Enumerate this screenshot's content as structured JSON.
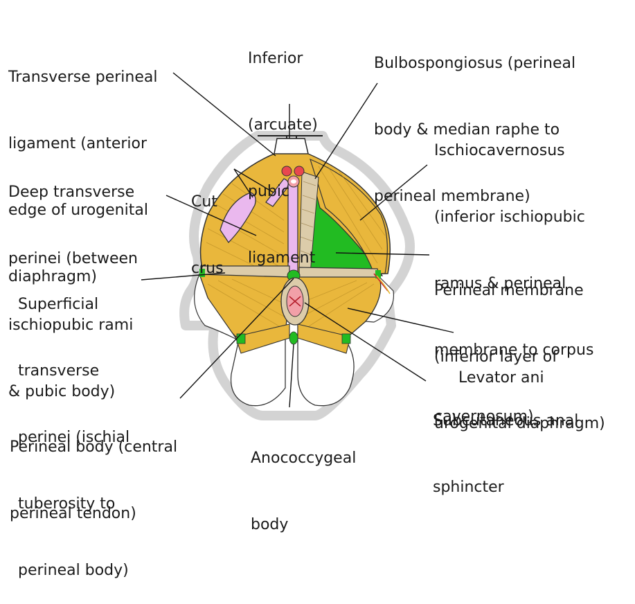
{
  "labels": {
    "transverse_perineal_ligament": [
      "Transverse perineal",
      "ligament (anterior",
      "edge of urogenital",
      "diaphragm)"
    ],
    "inferior_pubic_ligament": [
      "Inferior",
      "(arcuate)",
      "pubic",
      "ligament"
    ],
    "bulbospongiosus": [
      "Bulbospongiosus (perineal",
      "body & median raphe to",
      "perineal membrane)"
    ],
    "ischiocavernosus": [
      "Ischiocavernosus",
      "(inferior ischiopubic",
      "ramus & perineal",
      "membrane to corpus",
      "cavernosum)"
    ],
    "deep_transverse_perinei": [
      "Deep transverse",
      "perinei (between",
      "ischiopubic rami",
      "& pubic body)"
    ],
    "cut_crus": [
      "Cut",
      "crus"
    ],
    "superficial_transverse_perinei": [
      "Superficial",
      "transverse",
      "perinei (ischial",
      "tuberosity to",
      "perineal body)"
    ],
    "perineal_membrane": [
      "Perineal membrane",
      "(inferior layer of",
      "urogenital diaphragm)"
    ],
    "levator_ani": [
      "Levator ani"
    ],
    "subcutaneous_anal_sphincter": [
      "Subcutaneous anal",
      "sphincter"
    ],
    "perineal_body": [
      "Perineal body (central",
      "perineal tendon)"
    ],
    "anococcygeal_body": [
      "Anococcygeal",
      "body"
    ]
  },
  "colors": {
    "muscle": "#e9b73c",
    "muscle_light": "#f3cd63",
    "membrane": "#22bb22",
    "crus": "#eab8ee",
    "tendon": "#dcccaa",
    "bone_outline": "#d3d3d3",
    "leader": "#111111"
  }
}
